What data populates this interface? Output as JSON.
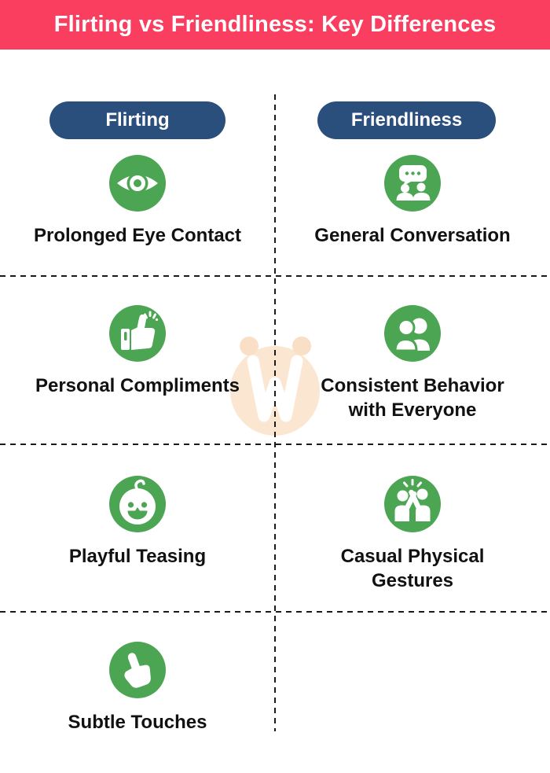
{
  "header": {
    "title": "Flirting vs Friendliness: Key Differences"
  },
  "columns": [
    {
      "id": "flirting",
      "label": "Flirting",
      "items": [
        {
          "icon": "eye-icon",
          "label": "Prolonged Eye Contact"
        },
        {
          "icon": "thumbs-up-sparkle-icon",
          "label": "Personal Compliments"
        },
        {
          "icon": "baby-face-icon",
          "label": "Playful Teasing"
        },
        {
          "icon": "pointing-hand-icon",
          "label": "Subtle Touches"
        }
      ]
    },
    {
      "id": "friendliness",
      "label": "Friendliness",
      "items": [
        {
          "icon": "conversation-people-icon",
          "label": "General Conversation"
        },
        {
          "icon": "two-people-icon",
          "label": "Consistent Behavior with Everyone"
        },
        {
          "icon": "high-five-icon",
          "label": "Casual Physical Gestures"
        }
      ]
    }
  ],
  "watermark": {
    "icon": "w-logo-watermark"
  },
  "colors": {
    "banner_pink": "#F93E5F",
    "pill_blue": "#2B4F7C",
    "icon_green": "#4BA553",
    "divider_black": "#1A1A1A",
    "watermark_peach": "#FBE6D1",
    "label_text": "#111111",
    "banner_text": "#FFFFFF"
  }
}
